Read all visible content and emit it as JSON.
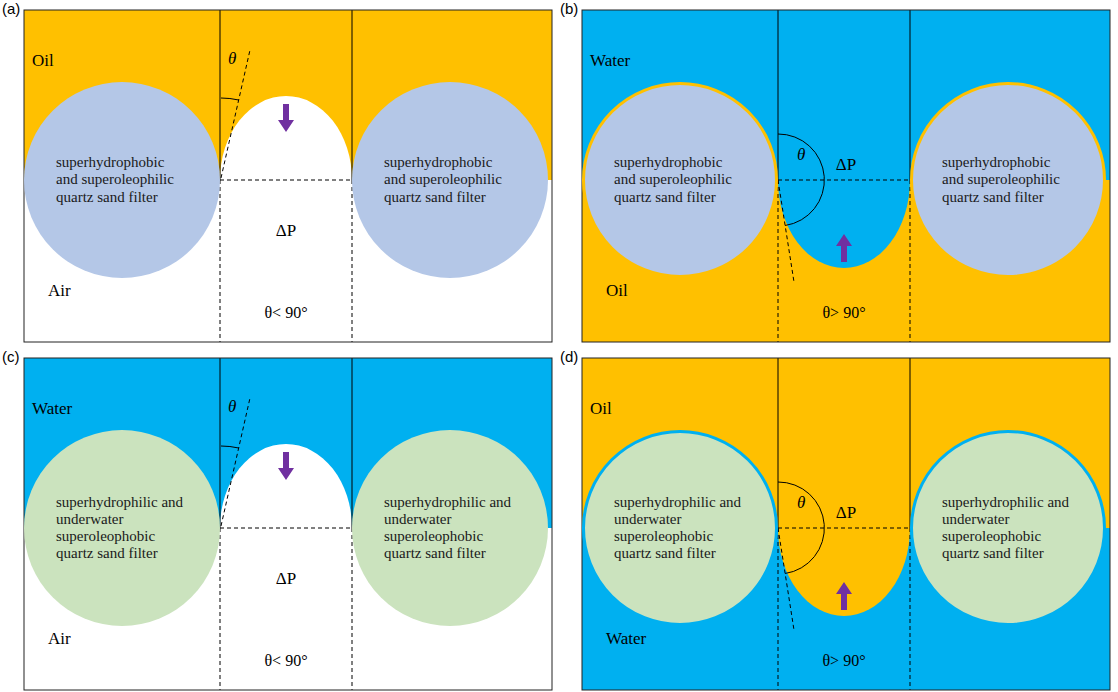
{
  "diagram": {
    "nodes": [
      {
        "text": [
          "superhydrophobic and superoleophilic quartz sand filter"
        ]
      },
      {
        "text": [
          "superhydrophobic and superoleophilic quartz sand filter"
        ]
      },
      {
        "text": [
          "superhydrophobic and superoleophilic quartz sand filter"
        ]
      },
      {
        "text": [
          "superhydrophobic and superoleophilic quartz sand filter"
        ]
      },
      {
        "text": [
          "superhydrophilic and underwater superoleophobic quartz sand filter"
        ]
      },
      {
        "text": [
          "superhydrophilic and underwater superoleophobic quartz sand filter"
        ]
      },
      {
        "text": [
          "superhydrophilic and underwater superoleophobic quartz sand filter"
        ]
      },
      {
        "text": [
          "superhydrophilic and underwater superoleophobic quartz sand filter"
        ]
      }
    ],
    "labels": [
      "(a)",
      "Oil",
      "θ",
      "ΔP",
      "Air",
      "θ< 90°",
      "(b)",
      "Water",
      "θ",
      "ΔP",
      "Oil",
      "θ> 90°",
      "(c)",
      "Water",
      "θ",
      "ΔP",
      "Air",
      "θ< 90°",
      "(d)",
      "Oil",
      "θ",
      "ΔP",
      "Water",
      "θ> 90°"
    ]
  }
}
